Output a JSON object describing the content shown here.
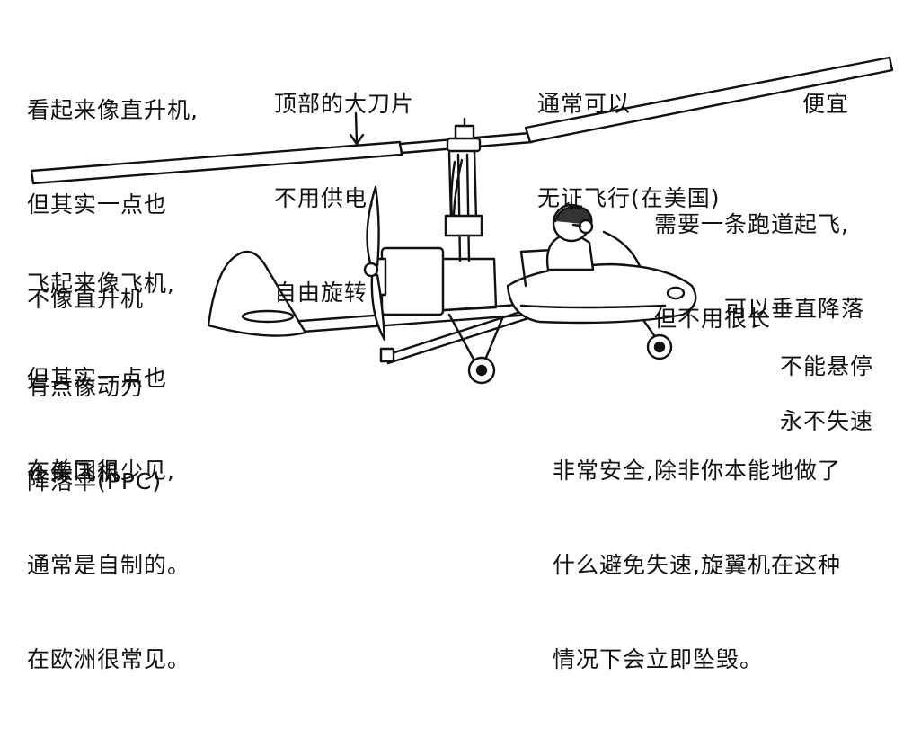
{
  "notes": {
    "looks_like_helicopter": [
      "看起来像直升机,",
      "但其实一点也",
      "不像直升机"
    ],
    "top_blade": [
      "顶部的大刀片",
      "不用供电,",
      "自由旋转"
    ],
    "no_license": [
      "通常可以",
      "无证飞行(在美国)"
    ],
    "cheap": [
      "便宜"
    ],
    "needs_runway": [
      "需要一条跑道起飞,",
      "但不用很长"
    ],
    "vertical_landing": [
      "可以垂直降落"
    ],
    "no_hover": [
      "不能悬停"
    ],
    "never_stall": [
      "永不失速"
    ],
    "looks_like_plane": [
      "飞起来像飞机,",
      "但其实一点也",
      "不像飞机"
    ],
    "like_ppc": [
      "有点像动力",
      "降落伞(PPC)"
    ],
    "rare_in_us": [
      "在美国很少见,",
      "通常是自制的。",
      "在欧洲很常见。"
    ],
    "safety": [
      "非常安全,除非你本能地做了",
      "什么避免失速,旋翼机在这种",
      "情况下会立即坠毁。"
    ]
  },
  "colors": {
    "ink": "#111111",
    "paper": "#ffffff"
  }
}
